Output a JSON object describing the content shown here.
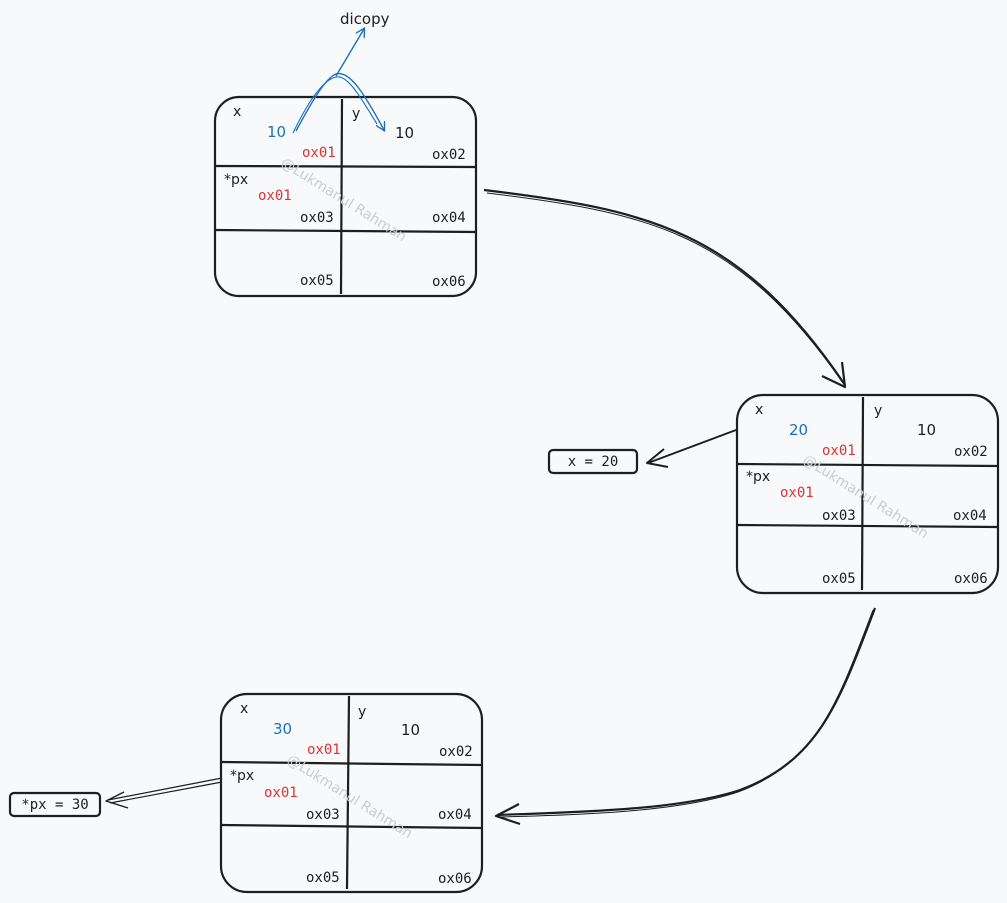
{
  "colors": {
    "ink": "#1e1e1e",
    "value_blue": "#1971c2",
    "address_red": "#e03131",
    "watermark": "#c9cdd2",
    "background": "#f8f9fa"
  },
  "copy_label": "dicopy",
  "watermark_text": "@Lukmanul Rahman",
  "boxes": [
    {
      "x_label": "x",
      "x_value": "10",
      "x_addr": "ox01",
      "y_label": "y",
      "y_value": "10",
      "y_addr": "ox02",
      "px_label": "*px",
      "px_value": "ox01",
      "px_addr": "ox03",
      "addr4": "ox04",
      "addr5": "ox05",
      "addr6": "ox06"
    },
    {
      "x_label": "x",
      "x_value": "20",
      "x_addr": "ox01",
      "y_label": "y",
      "y_value": "10",
      "y_addr": "ox02",
      "px_label": "*px",
      "px_value": "ox01",
      "px_addr": "ox03",
      "addr4": "ox04",
      "addr5": "ox05",
      "addr6": "ox06"
    },
    {
      "x_label": "x",
      "x_value": "30",
      "x_addr": "ox01",
      "y_label": "y",
      "y_value": "10",
      "y_addr": "ox02",
      "px_label": "*px",
      "px_value": "ox01",
      "px_addr": "ox03",
      "addr4": "ox04",
      "addr5": "ox05",
      "addr6": "ox06"
    }
  ],
  "notes": {
    "assign_x": "x = 20",
    "assign_px": "*px = 30"
  }
}
